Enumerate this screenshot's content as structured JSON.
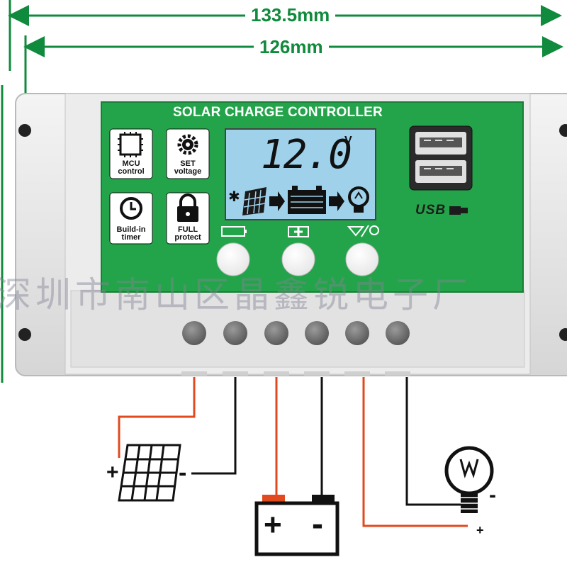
{
  "dimensions": {
    "outer_width": "133.5mm",
    "inner_width": "126mm"
  },
  "controller": {
    "title": "SOLAR CHARGE CONTROLLER",
    "lcd": {
      "reading": "12.0",
      "unit": "V",
      "flow_icons": [
        "solar-panel-icon",
        "arrow-right-icon",
        "battery-icon",
        "arrow-right-icon",
        "lamp-icon"
      ]
    },
    "feature_icons": [
      {
        "icon": "chip-icon",
        "line1": "MCU",
        "line2": "control"
      },
      {
        "icon": "gear-icon",
        "line1": "SET",
        "line2": "voltage"
      },
      {
        "icon": "clock-icon",
        "line1": "Build-in",
        "line2": "timer"
      },
      {
        "icon": "lock-icon",
        "line1": "FULL",
        "line2": "protect"
      }
    ],
    "buttons": [
      {
        "icon": "battery-outline-icon"
      },
      {
        "icon": "plus-icon"
      },
      {
        "icon": "minus-lamp-icon"
      }
    ],
    "usb_label": "USB",
    "terminal_count": 6
  },
  "connections": {
    "solar": {
      "plus": "+",
      "minus": "-"
    },
    "battery": {
      "plus": "+",
      "minus": "-"
    },
    "load": {
      "plus": "+",
      "minus": "-"
    }
  },
  "watermark": "深圳市南山区晶鑫锐电子厂",
  "colors": {
    "panel_green": "#24a44a",
    "dimension_green": "#108a3c",
    "positive_wire": "#e04a1e",
    "negative_wire": "#111111",
    "lcd_background": "#9fd1ea",
    "housing_gray": "#e9e9e9"
  }
}
